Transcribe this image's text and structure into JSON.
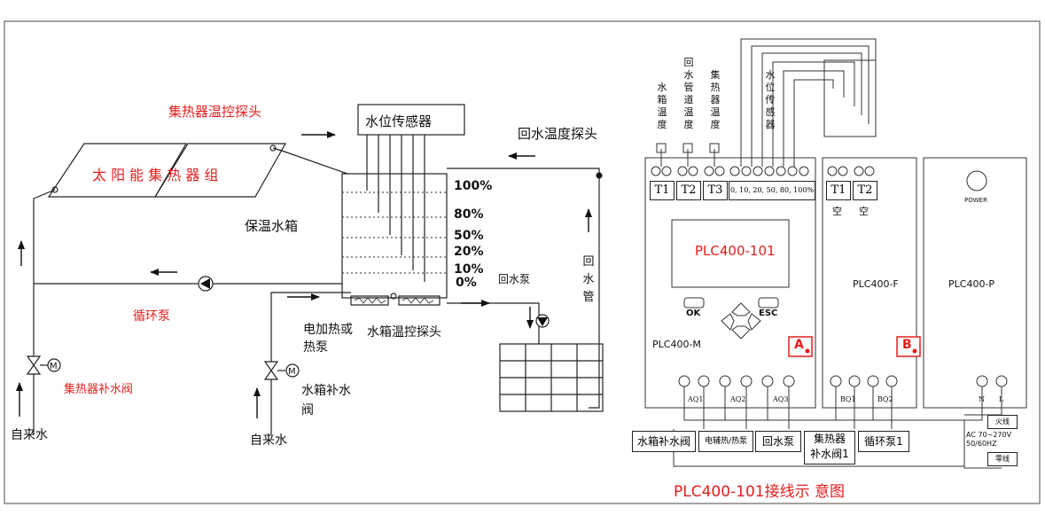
{
  "left_diagram": {
    "collector_probe": "集热器温控探头",
    "collector_group": "太 阳 能 集 热 器 组",
    "tank_name": "保温水箱",
    "level_sensor": "水位传感器",
    "return_temp_probe": "回水温度探头",
    "levels": [
      "100%",
      "80%",
      "50%",
      "20%",
      "10%",
      "0%"
    ],
    "circ_pump": "循环泵",
    "electric_heat": "电加热或\n热泵",
    "tank_temp_probe": "水箱温控探头",
    "return_pump": "回水泵",
    "return_pipe": "回\n水\n管",
    "collector_valve": "集热器补水阀",
    "tank_valve": "水箱补水\n阀",
    "tap_water": "自来水"
  },
  "plc_diagram": {
    "top_labels": {
      "tank_temp": "水\n箱\n温\n度",
      "return_pipe_temp": "回\n水\n管\n道\n温\n度",
      "collector_temp": "集\n热\n器\n温\n度",
      "water_level": "水\n位\n传\n感\n器"
    },
    "m_terminals": [
      "T1",
      "T2",
      "T3"
    ],
    "level_terminal": "0, 10, 20, 50, 80, 100%",
    "f_terminals": [
      "T1",
      "T2"
    ],
    "empty": "空",
    "screen": "PLC400-101",
    "ok": "OK",
    "esc": "ESC",
    "module_m": "PLC400-M",
    "module_f": "PLC400-F",
    "module_p": "PLC400-P",
    "badge_a": "A",
    "badge_b": "B",
    "power": "POWER",
    "relays": [
      "AQ1",
      "AQ2",
      "AQ3",
      "BQ1",
      "BQ2"
    ],
    "neutral": "N",
    "live": "L",
    "outputs": [
      "水箱补水阀",
      "电辅热/热泵",
      "回水泵",
      "集热器\n补水阀1",
      "循环泵1"
    ],
    "live_wire": "火线",
    "neutral_wire": "零线",
    "ac_spec": "AC 70~270V\n50/60HZ",
    "title": "PLC400-101接线示 意图"
  }
}
